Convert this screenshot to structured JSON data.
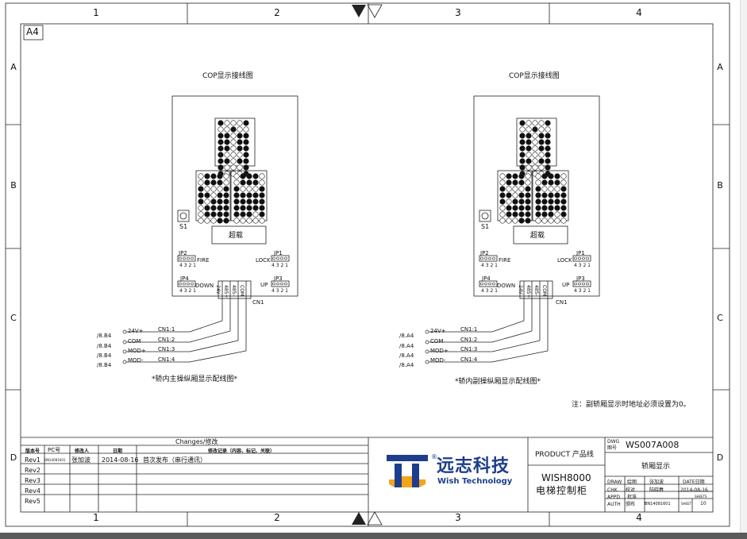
{
  "frame": {
    "columns": [
      "1",
      "2",
      "3",
      "4"
    ],
    "rows": [
      "A",
      "B",
      "C",
      "D"
    ],
    "sheet_size": "A4"
  },
  "panels": [
    {
      "title": "COP显示接线图",
      "button": "S1",
      "overload": "超载",
      "jp": [
        {
          "name": "JP2",
          "pins": "4 3 2 1",
          "label": "FIRE"
        },
        {
          "name": "JP1",
          "pins": "4 3 2 1",
          "label": "LOCK"
        },
        {
          "name": "JP4",
          "pins": "4 3 2 1",
          "label": "DOWN"
        },
        {
          "name": "JP3",
          "pins": "4 3 2 1",
          "label": "UP"
        }
      ],
      "cn_pins": [
        "24V",
        "485+",
        "485-",
        "COM"
      ],
      "cn_name": "CN1",
      "wires": [
        {
          "ref": "/8.B4",
          "signal": "24V+",
          "cn": "CN1:1"
        },
        {
          "ref": "/8.B4",
          "signal": "COM",
          "cn": "CN1:2"
        },
        {
          "ref": "/8.B4",
          "signal": "MOD+",
          "cn": "CN1:3"
        },
        {
          "ref": "/8.B4",
          "signal": "MOD-",
          "cn": "CN1:4"
        }
      ],
      "caption": "*轿内主操纵厢显示配线图*"
    },
    {
      "title": "COP显示接线图",
      "button": "S1",
      "overload": "超载",
      "jp": [
        {
          "name": "JP2",
          "pins": "4 3 2 1",
          "label": "FIRE"
        },
        {
          "name": "JP1",
          "pins": "4 3 2 1",
          "label": "LOCK"
        },
        {
          "name": "JP4",
          "pins": "4 3 2 1",
          "label": "DOWN"
        },
        {
          "name": "JP3",
          "pins": "4 3 2 1",
          "label": "UP"
        }
      ],
      "cn_pins": [
        "24V",
        "485+",
        "485-",
        "COM"
      ],
      "cn_name": "CN1",
      "wires": [
        {
          "ref": "/8.A4",
          "signal": "24V+",
          "cn": "CN1:1"
        },
        {
          "ref": "/8.A4",
          "signal": "COM",
          "cn": "CN1:2"
        },
        {
          "ref": "/8.A4",
          "signal": "MOD+",
          "cn": "CN1:3"
        },
        {
          "ref": "/8.A4",
          "signal": "MOD-",
          "cn": "CN1:4"
        }
      ],
      "caption": "*轿内副操纵厢显示配线图*"
    }
  ],
  "note": "注：副轿厢显示时地址必须设置为0。",
  "changes": {
    "title": "Changes/修改",
    "headers": [
      "版本号",
      "PC号",
      "修改人",
      "日期",
      "修改记录（内容、标记、关联）"
    ],
    "rows": [
      [
        "Rev1",
        "DN14081601",
        "张加波",
        "2014-08-16",
        "首次发布（串行通讯）"
      ],
      [
        "Rev2",
        "",
        "",
        "",
        ""
      ],
      [
        "Rev3",
        "",
        "",
        "",
        ""
      ],
      [
        "Rev4",
        "",
        "",
        "",
        ""
      ],
      [
        "Rev5",
        "",
        "",
        "",
        ""
      ]
    ]
  },
  "logo": {
    "cn": "远志科技",
    "en": "Wish Technology",
    "registered": "®"
  },
  "product": {
    "label": "PRODUCT 产品线",
    "name": "WISH8000",
    "name_cn": "电梯控制柜"
  },
  "dwg": {
    "label": "DWG",
    "label_cn": "图号",
    "number": "WS007A008",
    "title": "轿厢显示"
  },
  "approvals": [
    {
      "role": "DRAW",
      "role_cn": "绘图",
      "name": "张加波"
    },
    {
      "role": "CHK",
      "role_cn": "校对",
      "name": "陆晓春"
    },
    {
      "role": "APPD",
      "role_cn": "批准",
      "name": ""
    },
    {
      "role": "AUTH",
      "role_cn": "颁布",
      "name": "BN14081601"
    }
  ],
  "date_block": {
    "label": "DATE日期",
    "value": "2014-08-16",
    "sheets_label": "SHEETS",
    "sheet_label": "SHEET",
    "sheet_value": "10"
  },
  "colors": {
    "line": "#222222",
    "logo_blue": "#1d3e8c",
    "logo_orange": "#f3a41a",
    "dot_fill": "#111111"
  },
  "matrices": {
    "top": [
      "10001",
      "00100",
      "11011",
      "11011",
      "11011",
      "10001",
      "11011",
      "10001",
      "10001"
    ],
    "left": [
      "01110",
      "01110",
      "10001",
      "11011",
      "10111",
      "01111",
      "01111",
      "00011"
    ],
    "right": [
      "01110",
      "01110",
      "10001",
      "11111",
      "11111",
      "11111",
      "11101",
      "00000"
    ]
  }
}
